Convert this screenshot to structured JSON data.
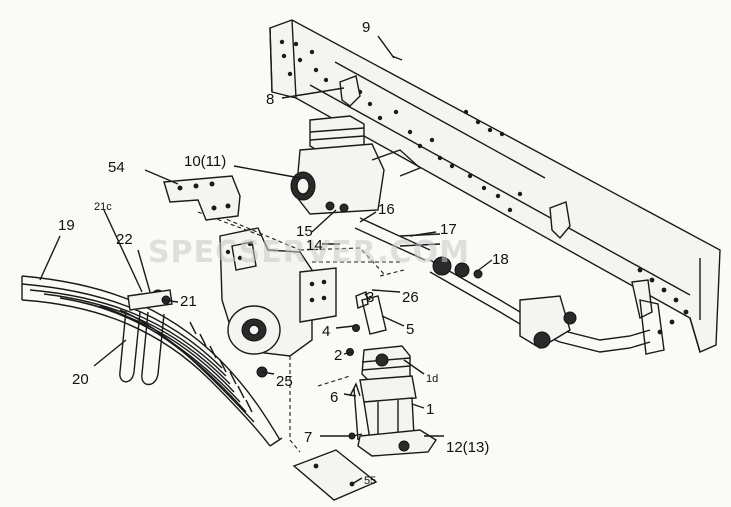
{
  "watermark": "SPECSERVER.COM",
  "callouts": {
    "c9": "9",
    "c8": "8",
    "c54": "54",
    "c10": "10(11)",
    "c21c": "21c",
    "c19": "19",
    "c22": "22",
    "c15": "15",
    "c16": "16",
    "c17": "17",
    "c14": "14",
    "c18": "18",
    "c21": "21",
    "c3": "3",
    "c26": "26",
    "c5": "5",
    "c4": "4",
    "c20": "20",
    "c2": "2",
    "c25": "25",
    "c1d": "1d",
    "c6": "6",
    "c1": "1",
    "c7": "7",
    "c12": "12(13)",
    "c55": "55"
  }
}
